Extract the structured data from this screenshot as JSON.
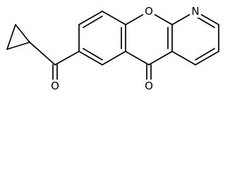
{
  "structure": {
    "atoms": {
      "ring_oxygen": "O",
      "ring_nitrogen": "N",
      "ketone_oxygen": "O",
      "acyl_oxygen": "O"
    }
  }
}
